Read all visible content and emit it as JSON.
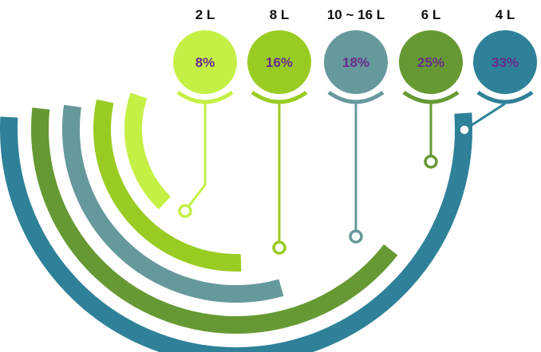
{
  "chart_data": {
    "type": "radial-bar",
    "categories": [
      "2 L",
      "8 L",
      "10 ~ 16 L",
      "6 L",
      "4 L"
    ],
    "values": [
      8,
      16,
      18,
      25,
      33
    ],
    "value_labels": [
      "8%",
      "16%",
      "18%",
      "25%",
      "33%"
    ],
    "colors": [
      "#c4f045",
      "#99cc22",
      "#66999c",
      "#669933",
      "#2e8198"
    ],
    "legend_placement": "top",
    "grid": false
  }
}
